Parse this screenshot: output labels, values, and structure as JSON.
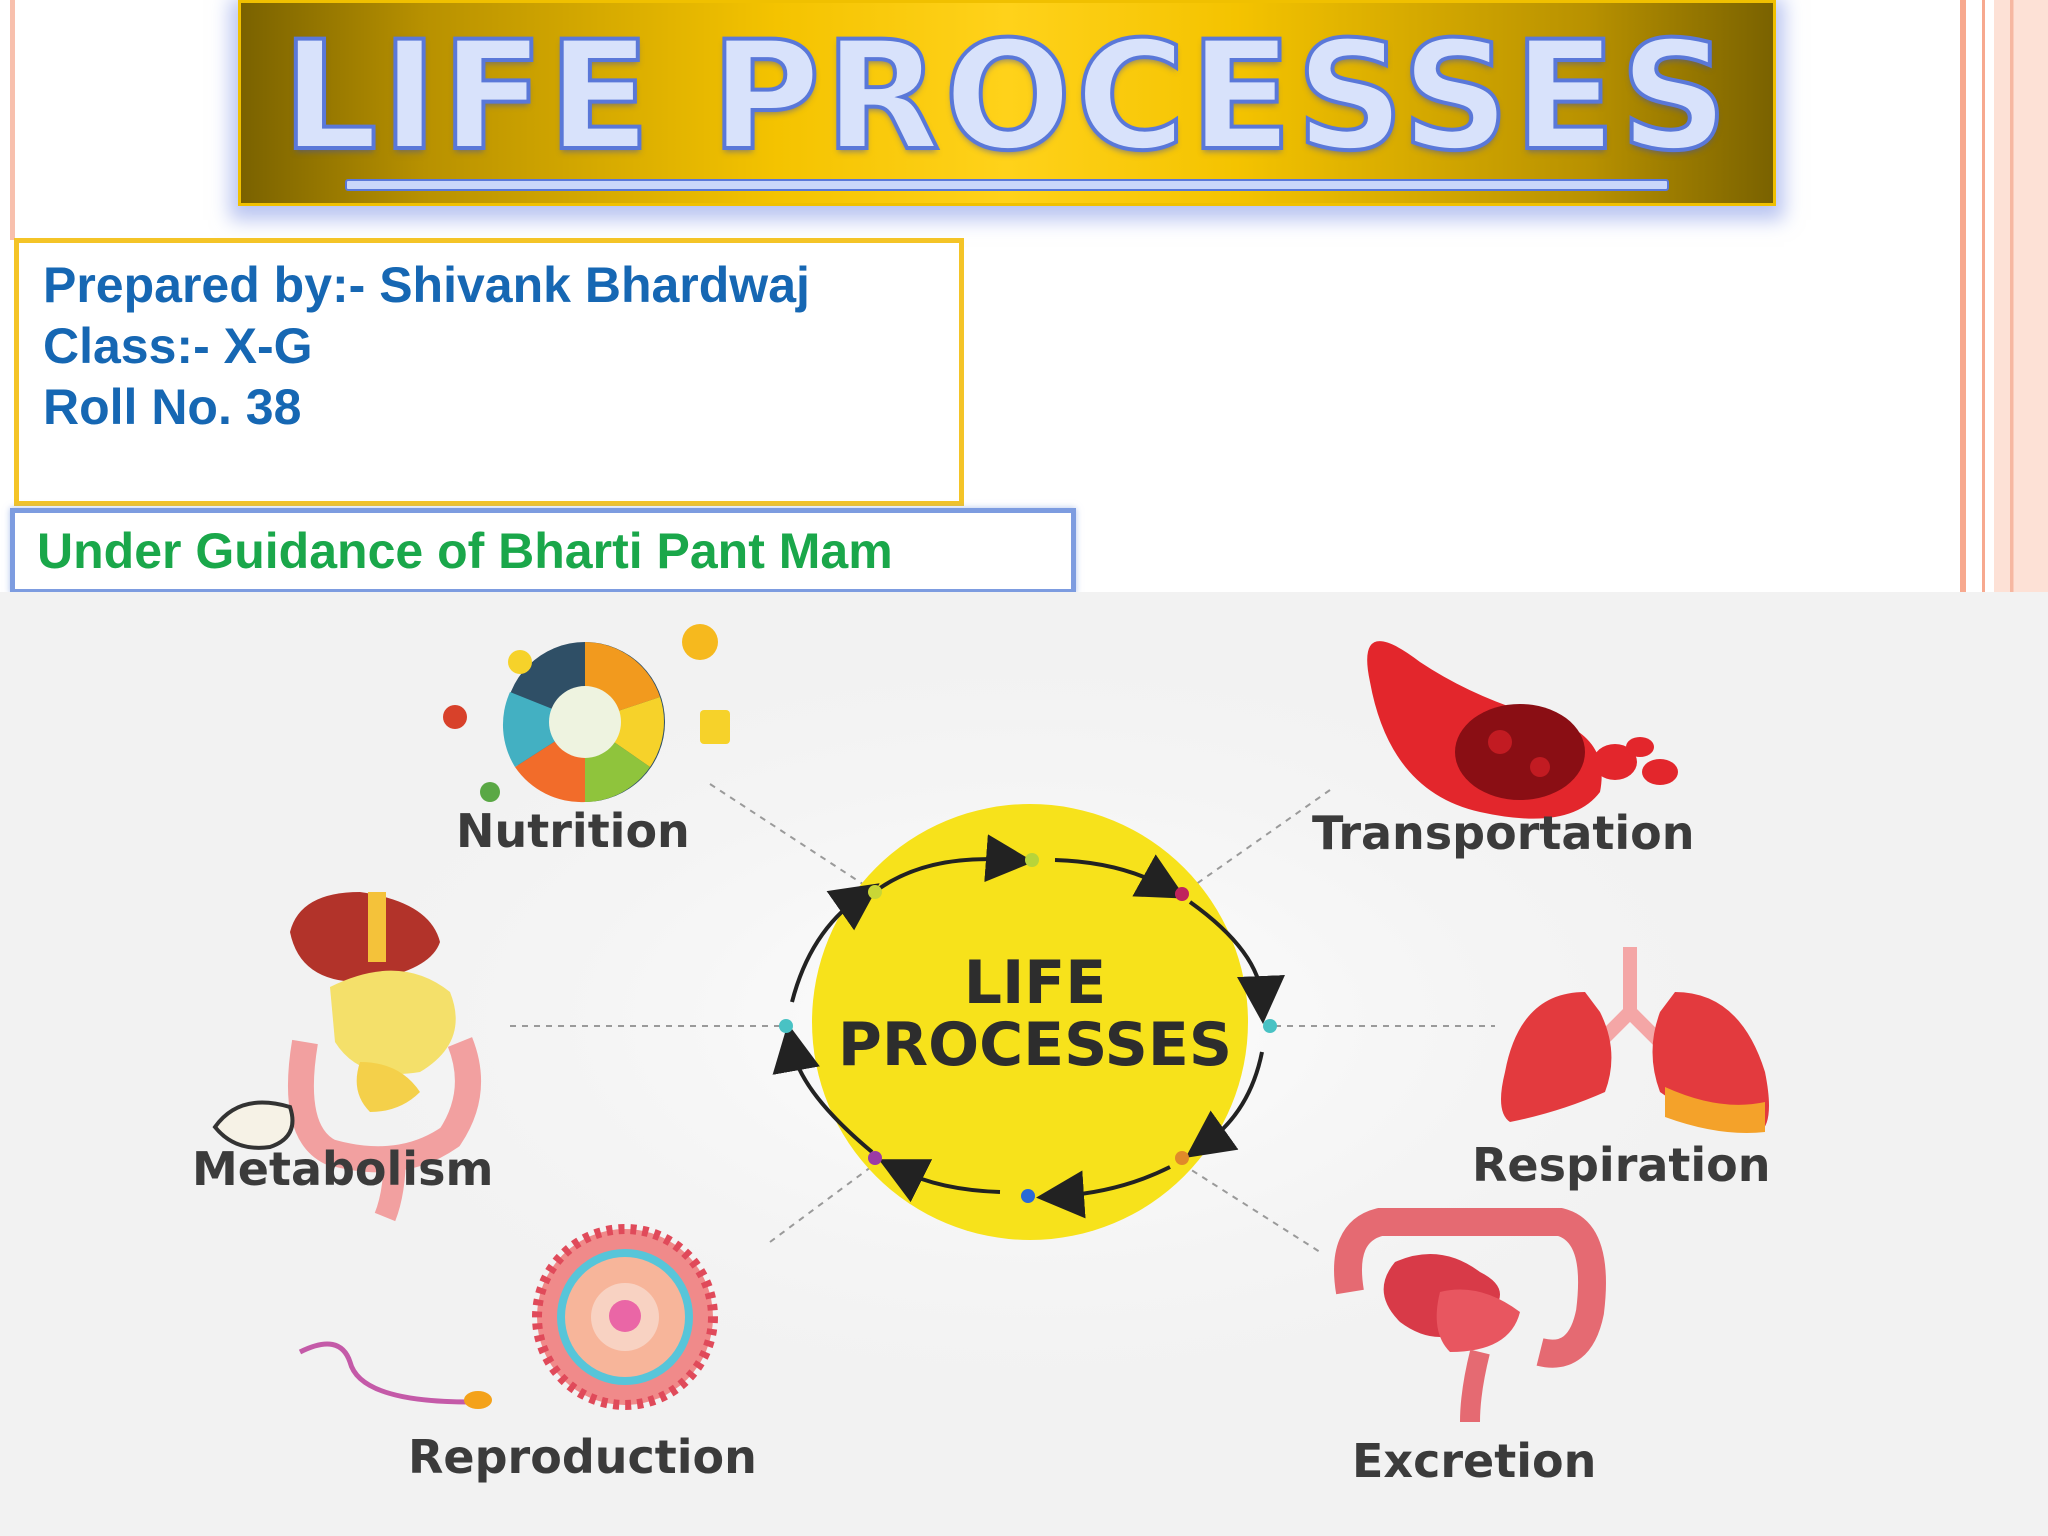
{
  "slide": {
    "title": "LIFE PROCESSES",
    "prepared_by": "Prepared by:- Shivank Bhardwaj",
    "class": "Class:- X-G",
    "roll_no": "Roll No. 38",
    "guidance": "Under Guidance of Bharti Pant Mam"
  },
  "diagram": {
    "center_line1": "LIFE",
    "center_line2": "PROCESSES",
    "processes": {
      "nutrition": "Nutrition",
      "transportation": "Transportation",
      "metabolism": "Metabolism",
      "respiration": "Respiration",
      "reproduction": "Reproduction",
      "excretion": "Excretion"
    }
  },
  "colors": {
    "title_banner": "#f4c300",
    "title_text": "#d8e2fb",
    "info_text": "#1667b3",
    "guidance_text": "#1aa74a",
    "center_circle": "#f7e21b"
  }
}
